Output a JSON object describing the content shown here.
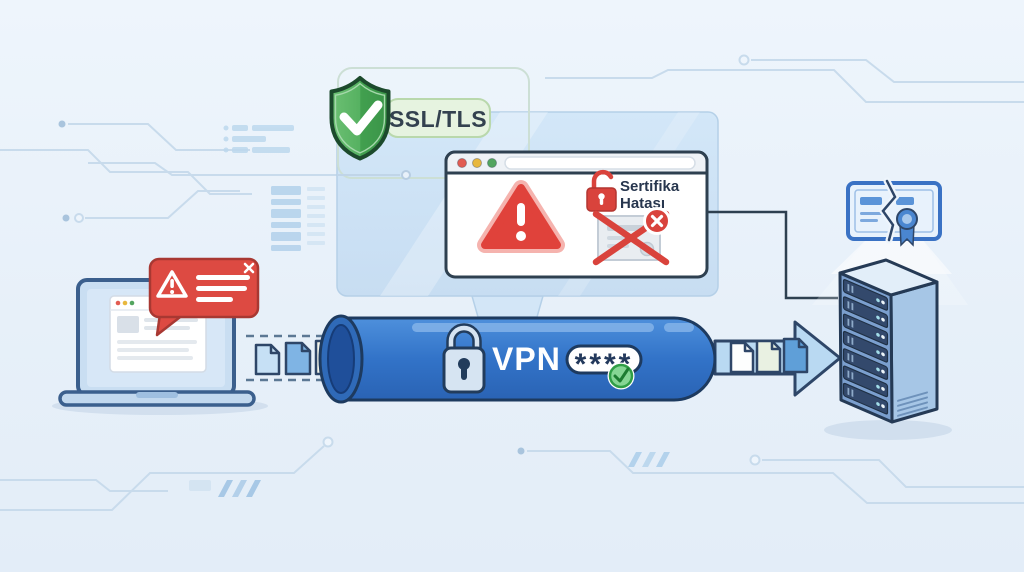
{
  "labels": {
    "ssl_tls": "SSL/TLS",
    "cert_error_line1": "Sertifika",
    "cert_error_line2": "Hatası",
    "vpn": "VPN",
    "password_mask": "****"
  },
  "icons": [
    "shield-check-icon",
    "warning-triangle-icon",
    "open-padlock-icon",
    "rejected-certificate-icon",
    "error-x-badge-icon",
    "alert-bubble-icon",
    "close-icon",
    "padlock-icon",
    "check-circle-icon",
    "document-icon",
    "arrow-right-icon",
    "broken-certificate-icon",
    "server-rack-icon",
    "laptop-icon",
    "browser-window-icon",
    "circuit-trace-icon"
  ],
  "colors": {
    "background": "#e9f1f9",
    "shield_green": "#4caf50",
    "ssl_pill_bg": "#e6f3e0",
    "alert_red": "#dd4a42",
    "error_red": "#e0423b",
    "tunnel_blue": "#2f6fc4",
    "tunnel_highlight": "#7fb0e8",
    "success_green": "#2f9e46",
    "arrow_fill": "#b9d9f2",
    "server_face": "#7b9fce",
    "server_side": "#a6c6e6",
    "outline_navy": "#253a55",
    "trace_line": "#c8dbec"
  },
  "scene": {
    "left_device": "laptop-with-alert",
    "center_flow": "documents-through-vpn-tunnel",
    "right_device": "server-rack",
    "top_center": "browser-certificate-error-window",
    "top_left_badge": "ssl-tls-shield",
    "top_right": "broken-certificate",
    "browser_window_controls": [
      "#e25c51",
      "#e8b83e",
      "#53a55f"
    ]
  }
}
